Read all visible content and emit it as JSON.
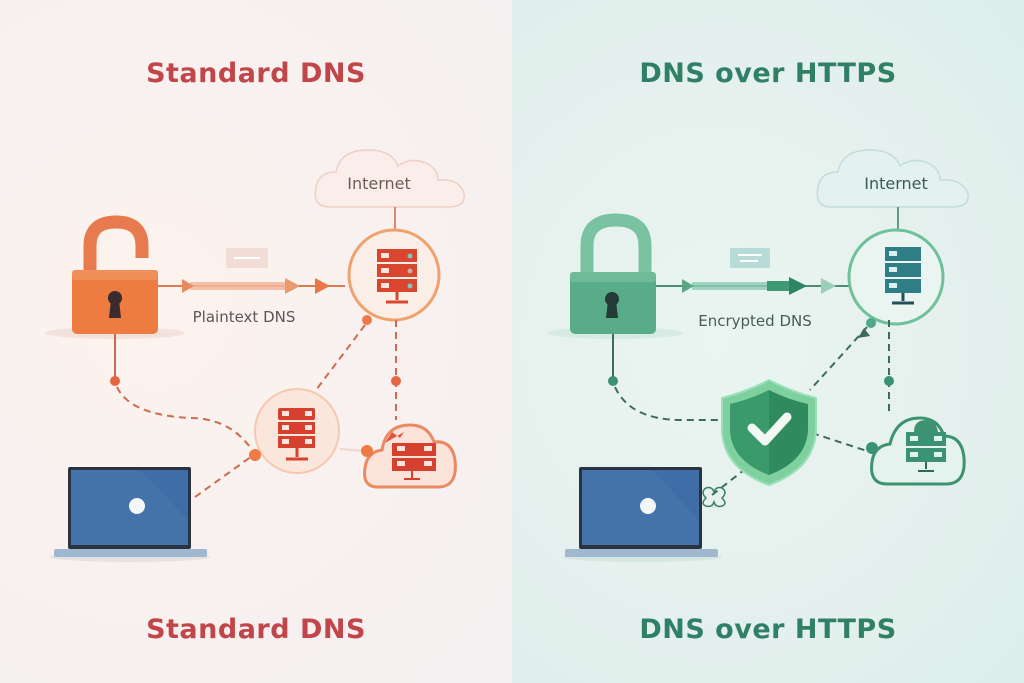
{
  "left_panel": {
    "title_top": "Standard DNS",
    "title_bottom": "Standard DNS",
    "cloud_label": "Internet",
    "flow_label": "Plaintext DNS",
    "accent_color": "#e8703c",
    "title_color": "#c0464a",
    "icons": [
      "padlock-open-icon",
      "server-icon",
      "cloud-icon",
      "laptop-icon",
      "resolver-server-icon",
      "cloud-server-icon"
    ]
  },
  "right_panel": {
    "title_top": "DNS over HTTPS",
    "title_bottom": "DNS over HTTPS",
    "cloud_label": "Internet",
    "flow_label": "Encrypted DNS",
    "accent_color": "#3a9a74",
    "title_color": "#2f8066",
    "icons": [
      "padlock-icon",
      "server-icon",
      "cloud-icon",
      "laptop-icon",
      "shield-check-icon",
      "cloud-server-icon"
    ]
  }
}
